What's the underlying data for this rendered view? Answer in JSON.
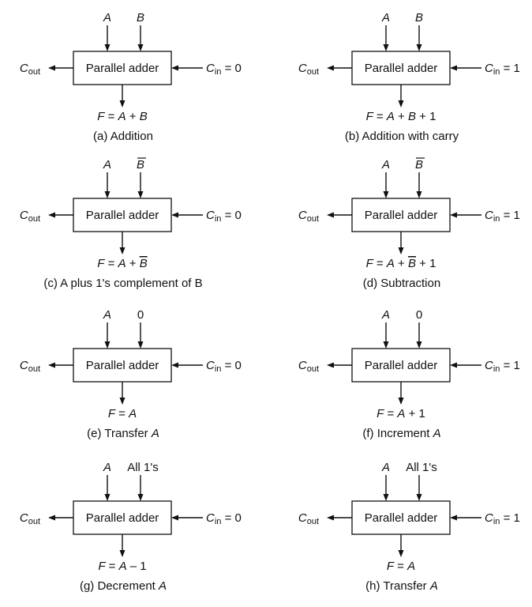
{
  "colors": {
    "ink": "#111111",
    "background": "#ffffff"
  },
  "block_label": "Parallel adder",
  "cout": {
    "base": "C",
    "sub": "out"
  },
  "cin_base": "C",
  "cin_sub": "in",
  "panels": [
    {
      "input_a": "A",
      "input_b": "B",
      "input_b_bar": false,
      "cin_value": "= 0",
      "output": [
        [
          "F",
          "i"
        ],
        [
          " = ",
          "n"
        ],
        [
          "A",
          "i"
        ],
        [
          " + ",
          "n"
        ],
        [
          "B",
          "i"
        ]
      ],
      "caption": [
        [
          "(a) Addition",
          "n"
        ]
      ]
    },
    {
      "input_a": "A",
      "input_b": "B",
      "input_b_bar": false,
      "cin_value": "= 1",
      "output": [
        [
          "F",
          "i"
        ],
        [
          " = ",
          "n"
        ],
        [
          "A",
          "i"
        ],
        [
          " + ",
          "n"
        ],
        [
          "B",
          "i"
        ],
        [
          " + 1",
          "n"
        ]
      ],
      "caption": [
        [
          "(b) Addition with carry",
          "n"
        ]
      ]
    },
    {
      "input_a": "A",
      "input_b": "B",
      "input_b_bar": true,
      "cin_value": "= 0",
      "output": [
        [
          "F",
          "i"
        ],
        [
          " = ",
          "n"
        ],
        [
          "A",
          "i"
        ],
        [
          " + ",
          "n"
        ],
        [
          "B",
          "ib"
        ]
      ],
      "caption": [
        [
          "(c) A plus 1's complement of B",
          "n"
        ]
      ]
    },
    {
      "input_a": "A",
      "input_b": "B",
      "input_b_bar": true,
      "cin_value": "= 1",
      "output": [
        [
          "F",
          "i"
        ],
        [
          " = ",
          "n"
        ],
        [
          "A",
          "i"
        ],
        [
          " + ",
          "n"
        ],
        [
          "B",
          "ib"
        ],
        [
          " + 1",
          "n"
        ]
      ],
      "caption": [
        [
          "(d) Subtraction",
          "n"
        ]
      ]
    },
    {
      "input_a": "A",
      "input_b": "0",
      "input_b_bar": false,
      "cin_value": "= 0",
      "output": [
        [
          "F",
          "i"
        ],
        [
          " = ",
          "n"
        ],
        [
          "A",
          "i"
        ]
      ],
      "caption": [
        [
          "(e) Transfer ",
          "n"
        ],
        [
          "A",
          "i"
        ]
      ]
    },
    {
      "input_a": "A",
      "input_b": "0",
      "input_b_bar": false,
      "cin_value": "= 1",
      "output": [
        [
          "F",
          "i"
        ],
        [
          " = ",
          "n"
        ],
        [
          "A",
          "i"
        ],
        [
          " + 1",
          "n"
        ]
      ],
      "caption": [
        [
          "(f) Increment ",
          "n"
        ],
        [
          "A",
          "i"
        ]
      ]
    },
    {
      "input_a": "A",
      "input_b": "All 1's",
      "input_b_bar": false,
      "cin_value": "= 0",
      "output": [
        [
          "F",
          "i"
        ],
        [
          " = ",
          "n"
        ],
        [
          "A",
          "i"
        ],
        [
          " – 1",
          "n"
        ]
      ],
      "caption": [
        [
          "(g) Decrement ",
          "n"
        ],
        [
          "A",
          "i"
        ]
      ]
    },
    {
      "input_a": "A",
      "input_b": "All 1's",
      "input_b_bar": false,
      "cin_value": "= 1",
      "output": [
        [
          "F",
          "i"
        ],
        [
          " = ",
          "n"
        ],
        [
          "A",
          "i"
        ]
      ],
      "caption": [
        [
          "(h) Transfer ",
          "n"
        ],
        [
          "A",
          "i"
        ]
      ]
    }
  ]
}
